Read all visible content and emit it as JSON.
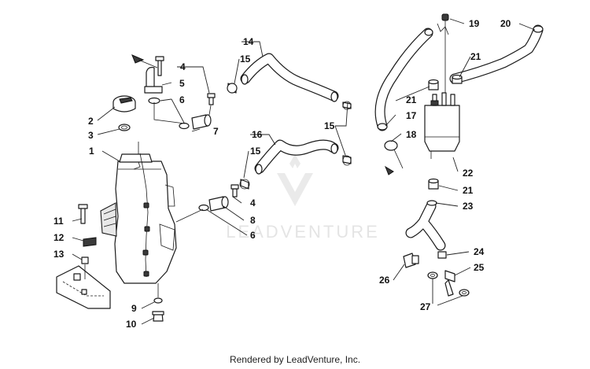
{
  "callouts": [
    "1",
    "2",
    "3",
    "4",
    "5",
    "6",
    "7",
    "8",
    "9",
    "10",
    "11",
    "12",
    "13",
    "14",
    "15",
    "16",
    "17",
    "18",
    "19",
    "20",
    "21",
    "22",
    "23",
    "24",
    "25",
    "26",
    "27"
  ],
  "watermark": "LEADVENTURE",
  "footer": "Rendered by LeadVenture, Inc."
}
